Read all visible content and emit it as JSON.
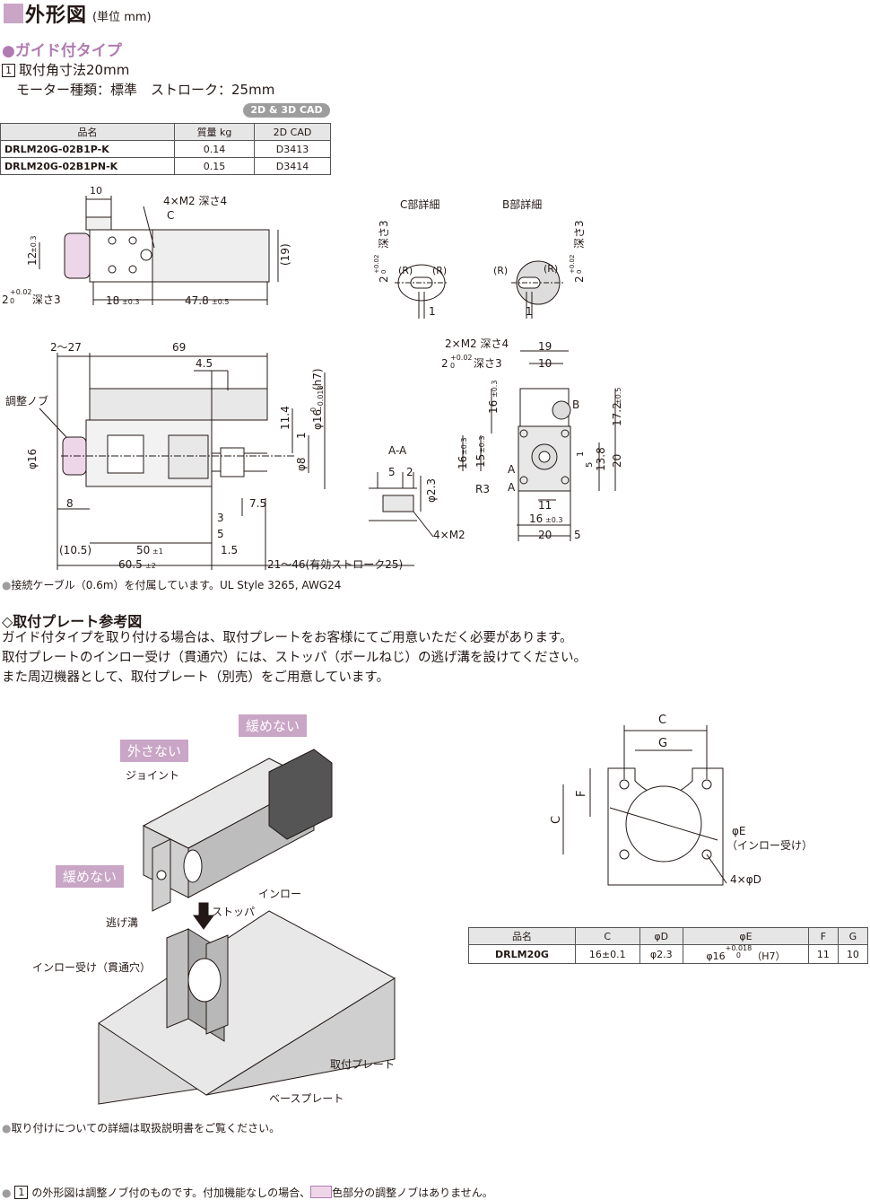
{
  "header": {
    "title": "外形図",
    "unit": "(単位 mm)"
  },
  "guide": {
    "title": "●ガイド付タイプ",
    "item_no": "1",
    "item_title": "取付角寸法20mm",
    "spec_line": "モーター種類：標準　ストローク：25mm",
    "cad_badge": "2D & 3D CAD"
  },
  "model_table": {
    "headers": [
      "品名",
      "質量 kg",
      "2D CAD"
    ],
    "rows": [
      [
        "DRLM20G-02B1P-K",
        "0.14",
        "D3413"
      ],
      [
        "DRLM20G-02B1PN-K",
        "0.15",
        "D3414"
      ]
    ]
  },
  "drawing_top": {
    "d10": "10",
    "hole": "4×M2 深さ4",
    "c": "C",
    "d12": "12",
    "d12tol": "±0.3",
    "d19": "(19)",
    "d2": "2",
    "d2tol_up": "+0.02",
    "d2tol_lo": "0",
    "depth3": "深さ3",
    "d18": "18",
    "d18tol": "±0.3",
    "d478": "47.8",
    "d478tol": "±0.5"
  },
  "detail": {
    "c_title": "C部詳細",
    "b_title": "B部詳細",
    "r": "(R)",
    "one": "1",
    "depth": "深さ3",
    "two": "2",
    "tol_up": "+0.02",
    "tol_lo": "0"
  },
  "drawing_side": {
    "d2_27": "2～27",
    "d69": "69",
    "d45": "4.5",
    "knob": "調整ノブ",
    "phi16": "φ16",
    "d114": "11.4",
    "d1": "1",
    "phi16h7": "φ16",
    "phi16tol_up": "0",
    "phi16tol_lo": "−0.018",
    "h7": "(h7)",
    "phi8": "φ8",
    "d8": "8",
    "d75": "7.5",
    "d3": "3",
    "d5": "5",
    "d15": "1.5",
    "d105": "(10.5)",
    "d50": "50",
    "d50tol": "±1",
    "d605": "60.5",
    "d605tol": "±2",
    "stroke": "21～46(有効ストローク25)"
  },
  "drawing_front": {
    "hole": "2×M2 深さ4",
    "d2": "2",
    "tol_up": "+0.02",
    "tol_lo": "0",
    "depth3": "深さ3",
    "d19": "19",
    "d10": "10",
    "b": "B",
    "d16": "16",
    "d16tol": "±0.3",
    "d172": "17.2",
    "d172tol": "±0.5",
    "d16b": "16",
    "d15": "15",
    "tol03": "±0.3",
    "d1": "1",
    "d5": "5",
    "d138": "13.8",
    "d20": "20",
    "a": "A",
    "r3": "R3",
    "d11": "11",
    "d16c": "16",
    "d20b": "20",
    "d5b": "5"
  },
  "section_aa": {
    "title": "A-A",
    "d5": "5",
    "d2": "2",
    "phi23": "φ2.3",
    "m2": "4×M2"
  },
  "note1": "接続ケーブル（0.6m）を付属しています。UL Style 3265, AWG24",
  "plate": {
    "title": "◇取付プレート参考図",
    "paragraph": [
      "ガイド付タイプを取り付ける場合は、取付プレートをお客様にてご用意いただく必要があります。",
      "取付プレートのインロー受け（貫通穴）には、ストッパ（ボールねじ）の逃げ溝を設けてください。",
      "また周辺機器として、取付プレート（別売）をご用意しています。"
    ]
  },
  "illustration": {
    "badge_loosen_top": "緩めない",
    "badge_remove": "外さない",
    "badge_loosen_left": "緩めない",
    "joint": "ジョイント",
    "inro": "インロー",
    "stopper": "ストッパ",
    "groove": "逃げ溝",
    "inro_recv": "インロー受け（貫通穴）",
    "plate": "取付プレート",
    "base": "ベースプレート"
  },
  "plate_drawing": {
    "c": "C",
    "g": "G",
    "f": "F",
    "c_left": "C",
    "phi_e": "φE",
    "inro_recv": "（インロー受け）",
    "holes": "4×φD"
  },
  "plate_table": {
    "headers": [
      "品名",
      "C",
      "φD",
      "φE",
      "F",
      "G"
    ],
    "row": {
      "name": "DRLM20G",
      "c": "16±0.1",
      "d": "φ2.3",
      "e": "φ16",
      "e_tol_up": "+0.018",
      "e_tol_lo": "0",
      "e_fit": "（H7）",
      "f": "11",
      "g": "10"
    }
  },
  "note2": "取り付けについての詳細は取扱説明書をご覧ください。",
  "note3": {
    "num": "1",
    "before": "の外形図は調整ノブ付のものです。付加機能なしの場合、",
    "after": "色部分の調整ノブはありません。"
  },
  "colors": {
    "accent": "#c9a5c6",
    "pink": "#eed6e9",
    "gray": "#9d9d9d"
  }
}
